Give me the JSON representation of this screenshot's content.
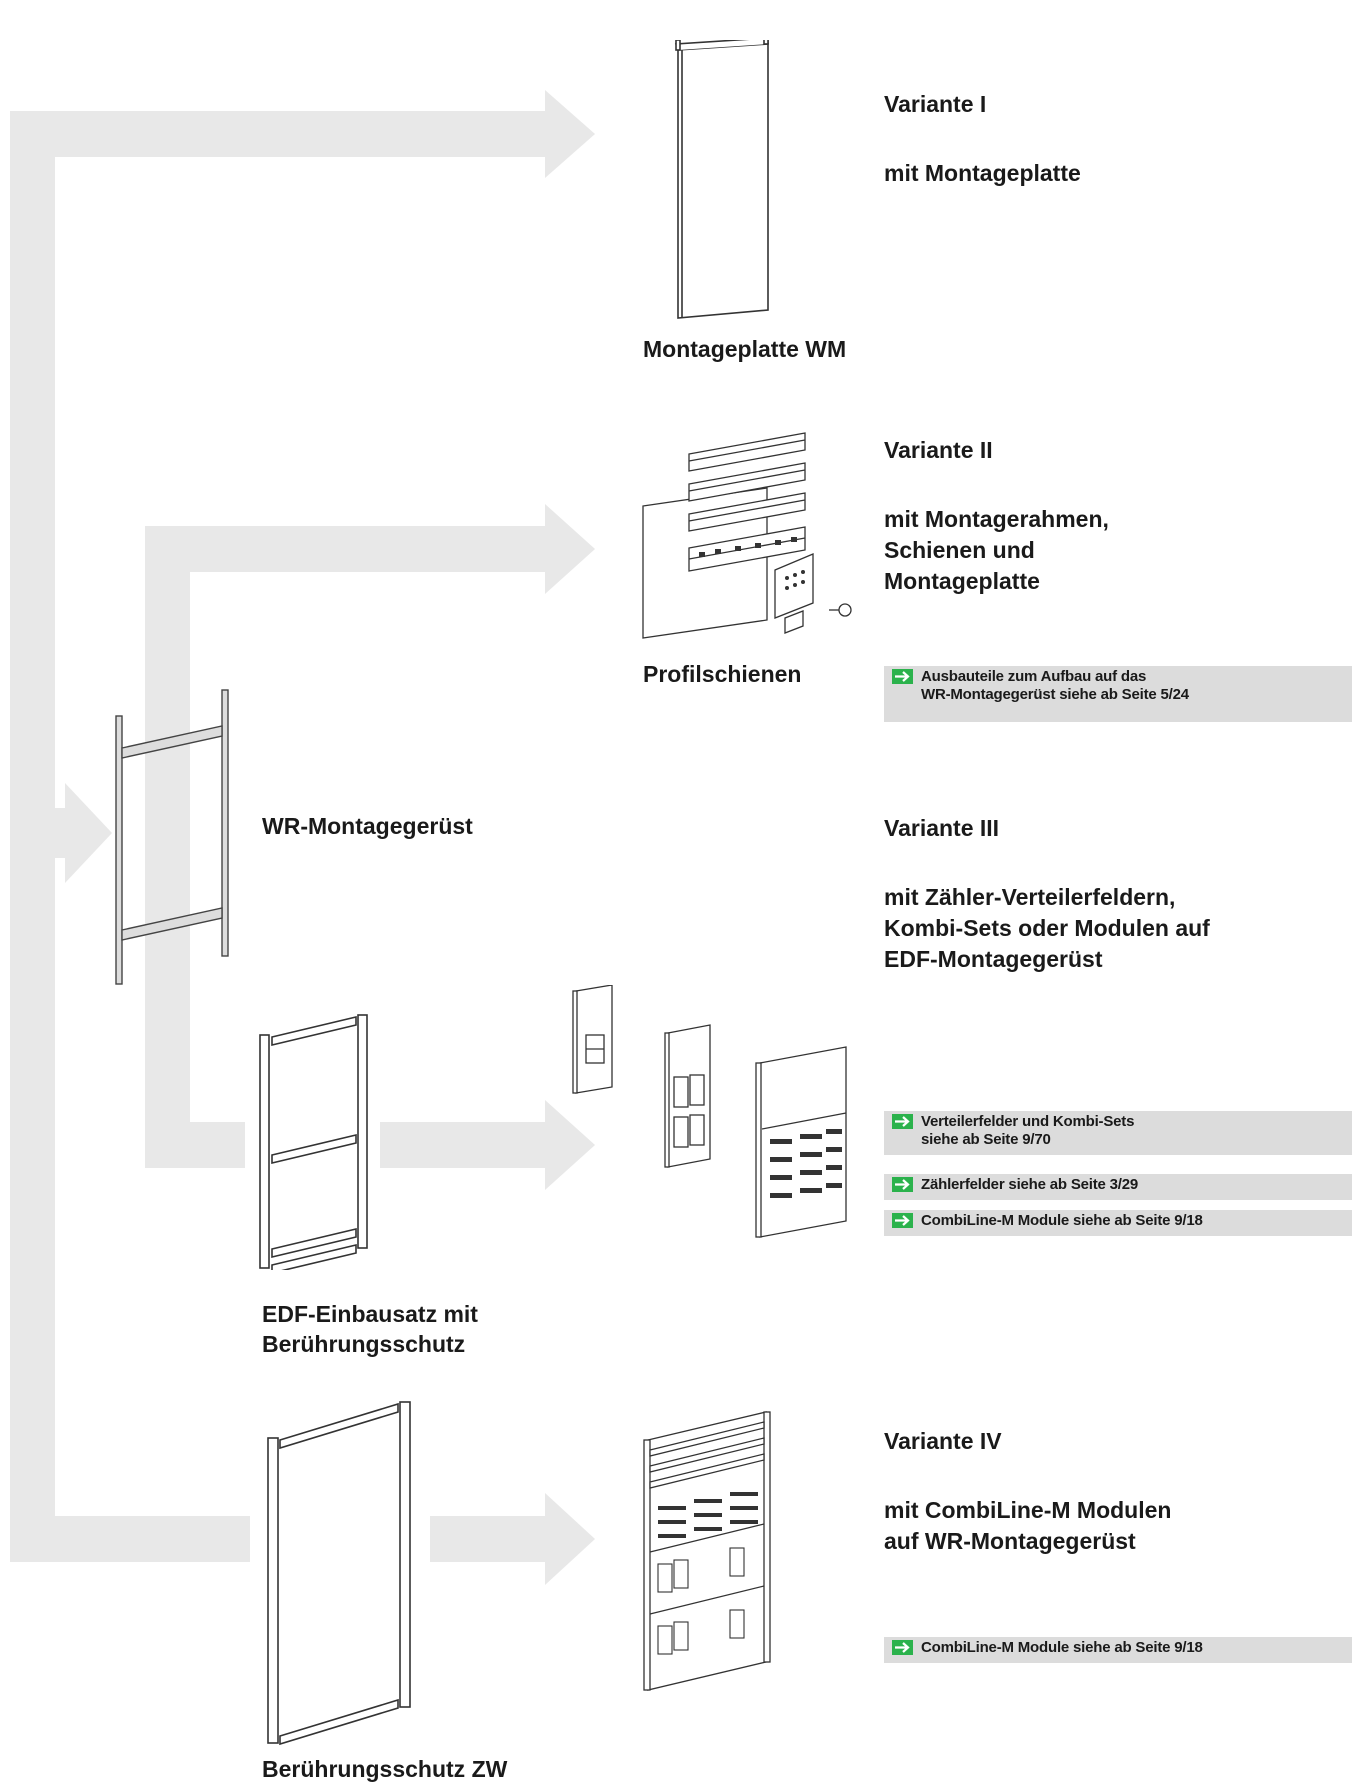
{
  "colors": {
    "flow_arrows": "#e8e8e8",
    "ref_box": "#dcdcdc",
    "ref_arrow": "#2bb24c",
    "line_art": "#333333"
  },
  "labels": {
    "montageplatte": "Montageplatte WM",
    "profilschienen": "Profilschienen",
    "wr_geruest": "WR-Montagegerüst",
    "edf_line1": "EDF-Einbausatz mit",
    "edf_line2": "Berührungsschutz",
    "beruehrungsschutz": "Berührungsschutz ZW"
  },
  "variants": [
    {
      "title": "Variante I",
      "desc": [
        "mit Montageplatte"
      ]
    },
    {
      "title": "Variante II",
      "desc": [
        "mit Montagerahmen,",
        "Schienen und",
        "Montageplatte"
      ]
    },
    {
      "title": "Variante III",
      "desc": [
        "mit Zähler-Verteilerfeldern,",
        "Kombi-Sets oder Modulen auf",
        "EDF-Montagegerüst"
      ]
    },
    {
      "title": "Variante IV",
      "desc": [
        "mit CombiLine-M Modulen",
        "auf WR-Montagegerüst"
      ]
    }
  ],
  "references": [
    {
      "icon": "arrow-right-icon",
      "text": "Ausbauteile zum Aufbau auf das\nWR-Montagegerüst siehe ab Seite 5/24"
    },
    {
      "icon": "arrow-right-icon",
      "text": "Verteilerfelder und Kombi-Sets\nsiehe ab Seite 9/70"
    },
    {
      "icon": "arrow-right-icon",
      "text": "Zählerfelder siehe ab Seite 3/29"
    },
    {
      "icon": "arrow-right-icon",
      "text": "CombiLine-M Module siehe ab Seite 9/18"
    },
    {
      "icon": "arrow-right-icon",
      "text": "CombiLine-M Module siehe ab Seite 9/18"
    }
  ]
}
